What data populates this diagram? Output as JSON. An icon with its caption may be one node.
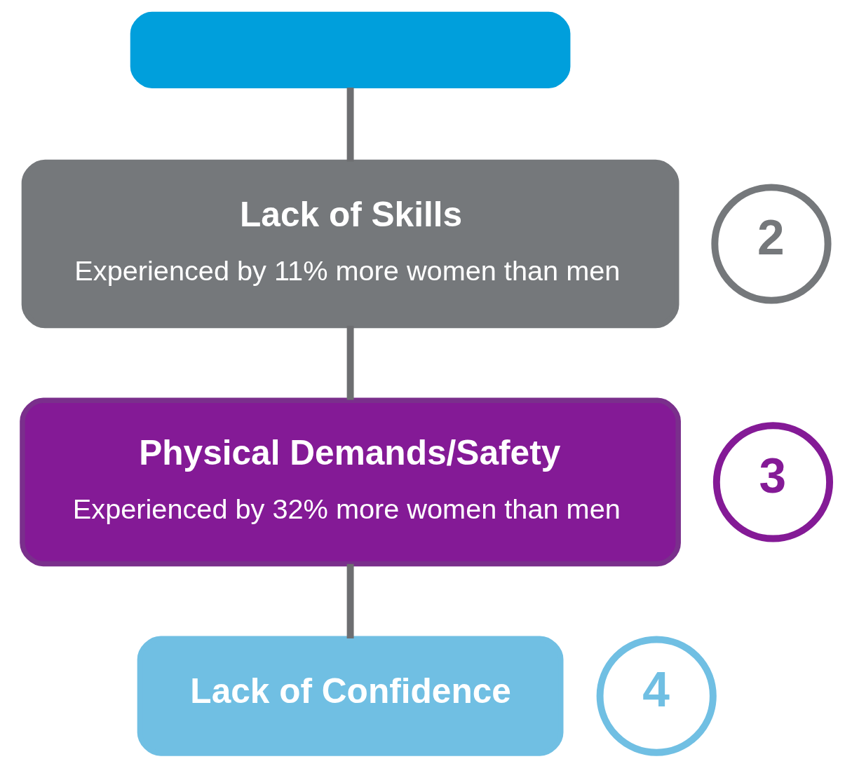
{
  "diagram": {
    "nodes": [
      {
        "text": [],
        "shape": "box"
      },
      {
        "text": [
          "2"
        ]
      },
      {
        "text": [
          "Lack of Skills",
          "Experienced by 11% more women than men"
        ]
      },
      {
        "text": [
          "3"
        ]
      },
      {
        "text": [
          "Physical Demands/Safety",
          "Experienced by 32% more women than men"
        ]
      },
      {
        "text": [
          "4"
        ]
      },
      {
        "text": [
          "Lack of Confidence"
        ]
      }
    ],
    "edges": [
      {
        "from": 0,
        "to": 2,
        "arrow": "none"
      },
      {
        "from": 2,
        "to": 4,
        "arrow": "none"
      },
      {
        "from": 4,
        "to": 6,
        "arrow": "none"
      }
    ]
  }
}
